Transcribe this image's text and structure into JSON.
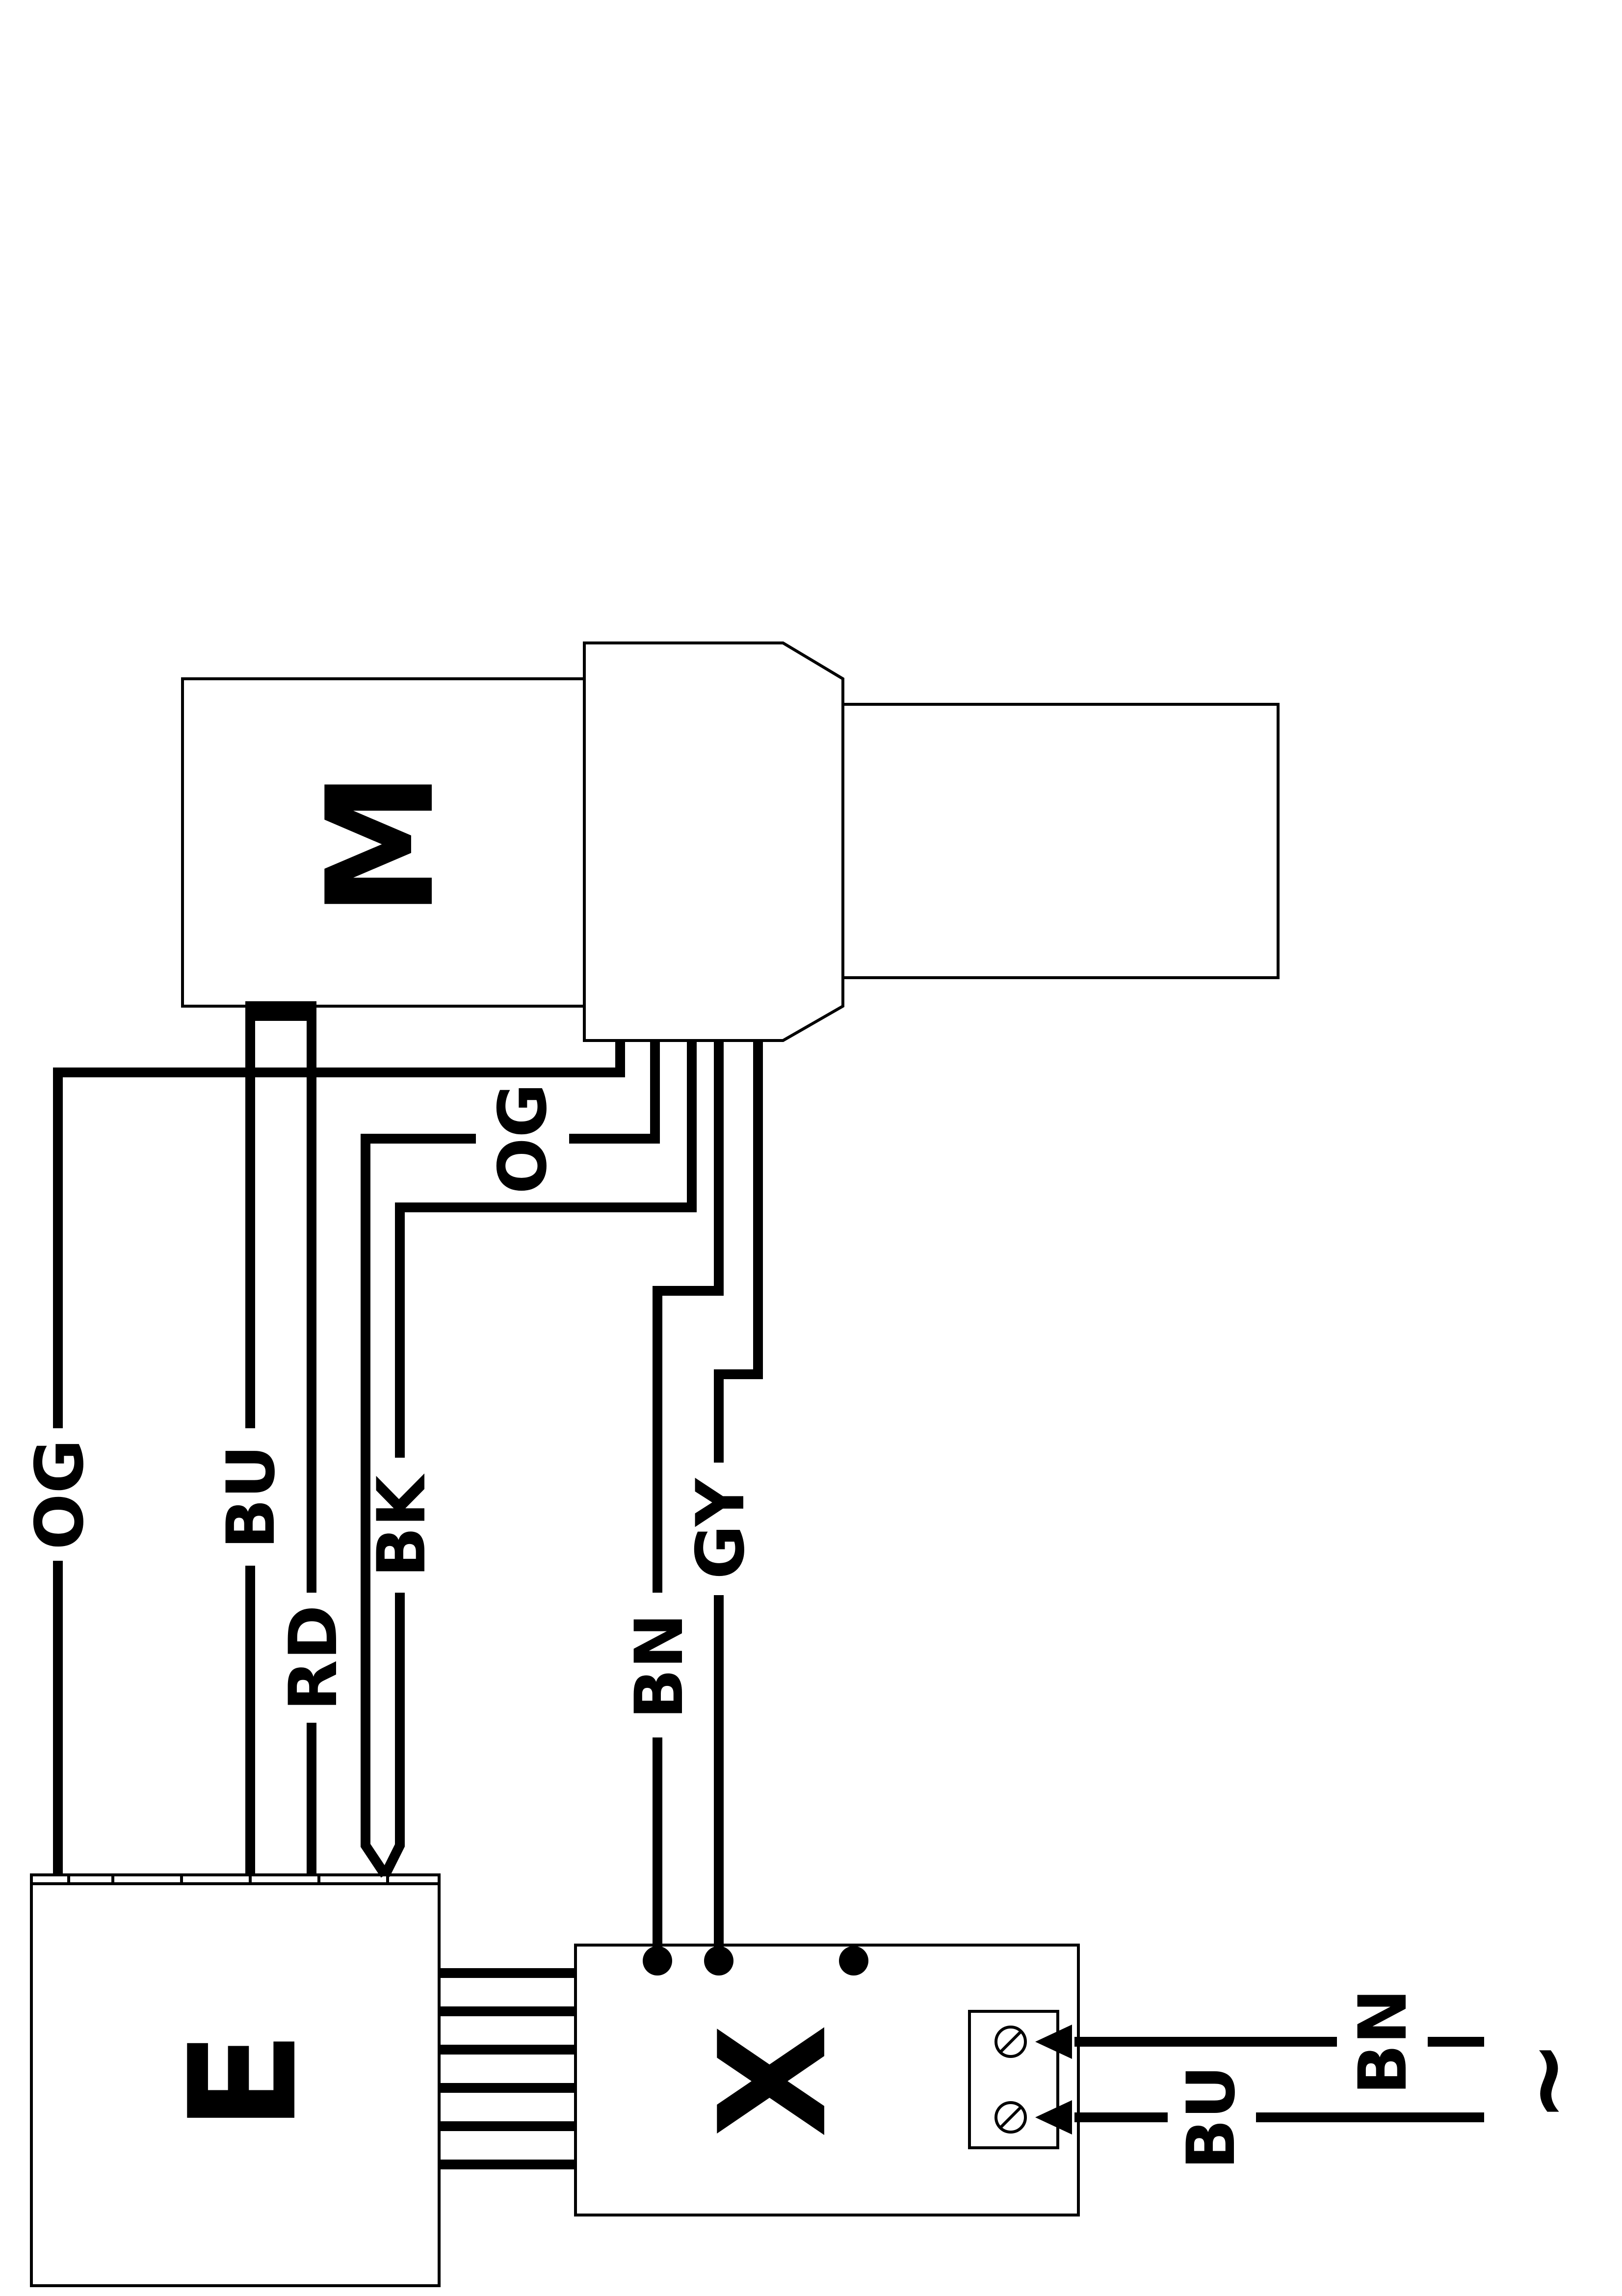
{
  "components": {
    "motor": "M",
    "electronics": "E",
    "terminal": "X"
  },
  "wires": {
    "og_left": "OG",
    "bu_left": "BU",
    "rd": "RD",
    "bk": "BK",
    "og_mid": "OG",
    "bn_mid": "BN",
    "gy": "GY",
    "bn_supply": "BN",
    "bu_supply": "BU"
  },
  "supply_symbol": "~"
}
